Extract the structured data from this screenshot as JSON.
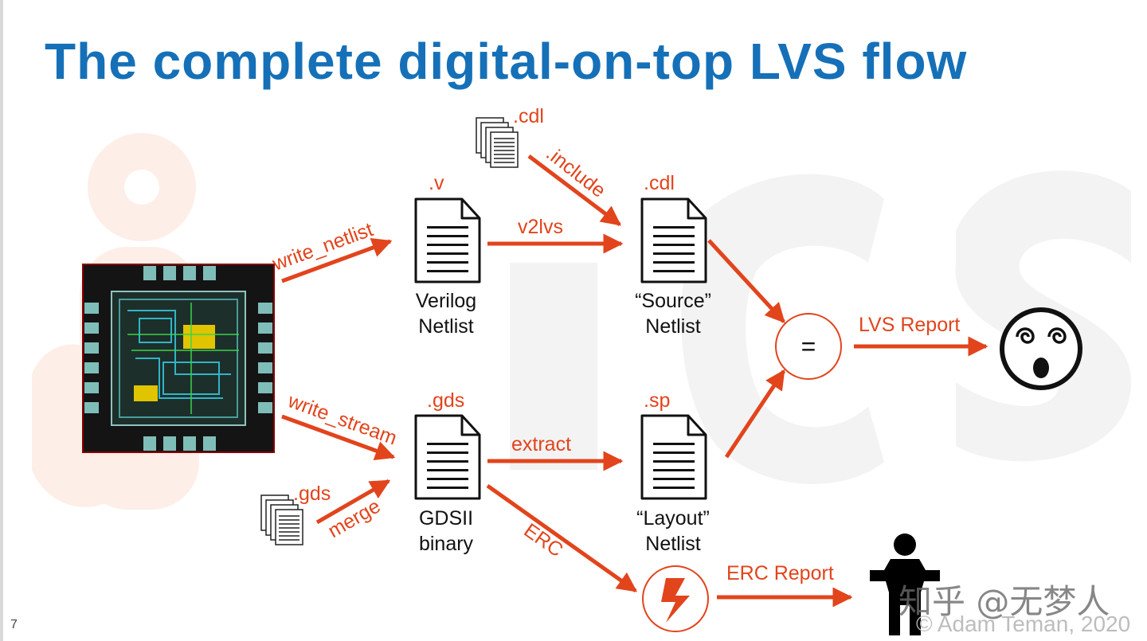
{
  "title": "The complete digital-on-top LVS flow",
  "labels": {
    "write_netlist": "write_netlist",
    "write_stream": "write_stream",
    "merge": "merge",
    "v2lvs": "v2lvs",
    "include": ".include",
    "extract": "extract",
    "erc": "ERC",
    "lvs_report": "LVS Report",
    "erc_report": "ERC Report",
    "equals": "="
  },
  "files": {
    "cdl_top": ".cdl",
    "gds_small": ".gds",
    "verilog_ext": ".v",
    "verilog_name_1": "Verilog",
    "verilog_name_2": "Netlist",
    "source_ext": ".cdl",
    "source_name_1": "“Source”",
    "source_name_2": "Netlist",
    "gds_ext": ".gds",
    "gds_name_1": "GDSII",
    "gds_name_2": "binary",
    "layout_ext": ".sp",
    "layout_name_1": "“Layout”",
    "layout_name_2": "Netlist"
  },
  "footer": {
    "page_number": "7",
    "watermark": "知乎 @无梦人",
    "copyright": "© Adam Teman, 2020"
  },
  "colors": {
    "title": "#1570b8",
    "accent": "#e2441c",
    "background_logo": "#fdeee8"
  },
  "icons": {
    "chip": "chip-layout-icon",
    "documents": "document-icon",
    "stack": "document-stack-icon",
    "dizzy_face": "dizzy-face-icon",
    "lightning": "lightning-icon",
    "shrug_person": "shrugging-person-icon"
  }
}
